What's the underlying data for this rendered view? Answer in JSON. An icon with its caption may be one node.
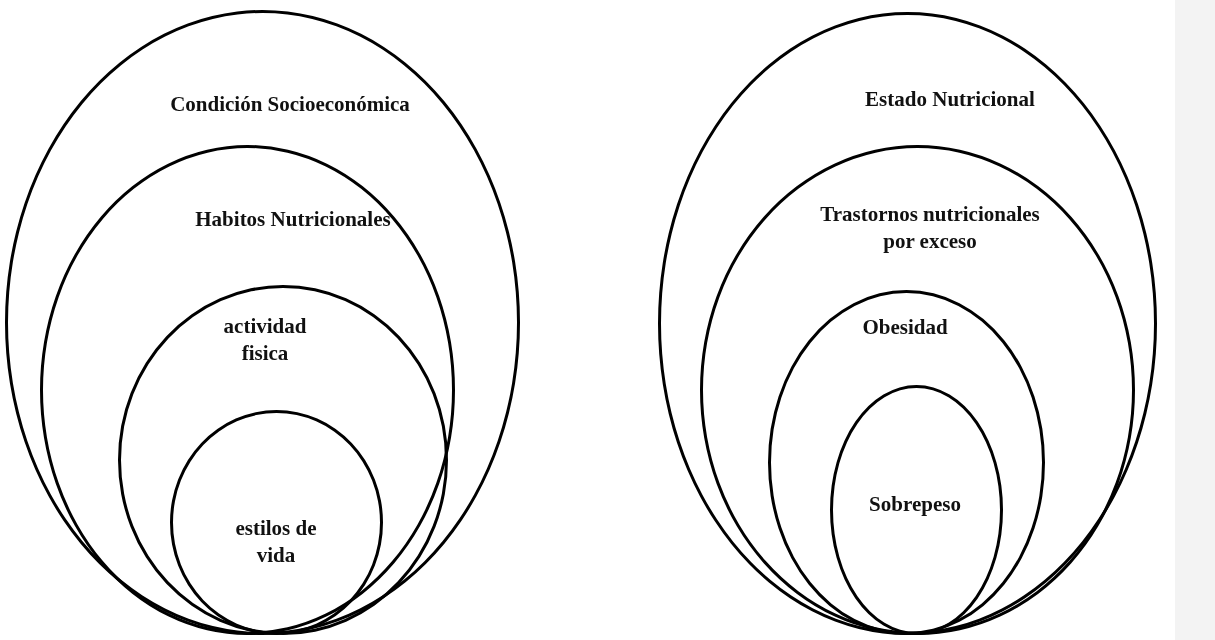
{
  "diagram": {
    "nodes": [
      {
        "text": [
          "Condición Socioeconómica"
        ]
      },
      {
        "text": [
          "Habitos Nutricionales"
        ],
        "in": 0
      },
      {
        "text": [
          "actividad fisica"
        ],
        "in": 1
      },
      {
        "text": [
          "estilos de vida"
        ],
        "in": 2
      },
      {
        "text": [
          "Estado Nutricional"
        ]
      },
      {
        "text": [
          "Trastornos nutricionales por exceso"
        ],
        "in": 4
      },
      {
        "text": [
          "Obesidad"
        ],
        "in": 5
      },
      {
        "text": [
          "Sobrepeso"
        ],
        "in": 6
      }
    ]
  }
}
